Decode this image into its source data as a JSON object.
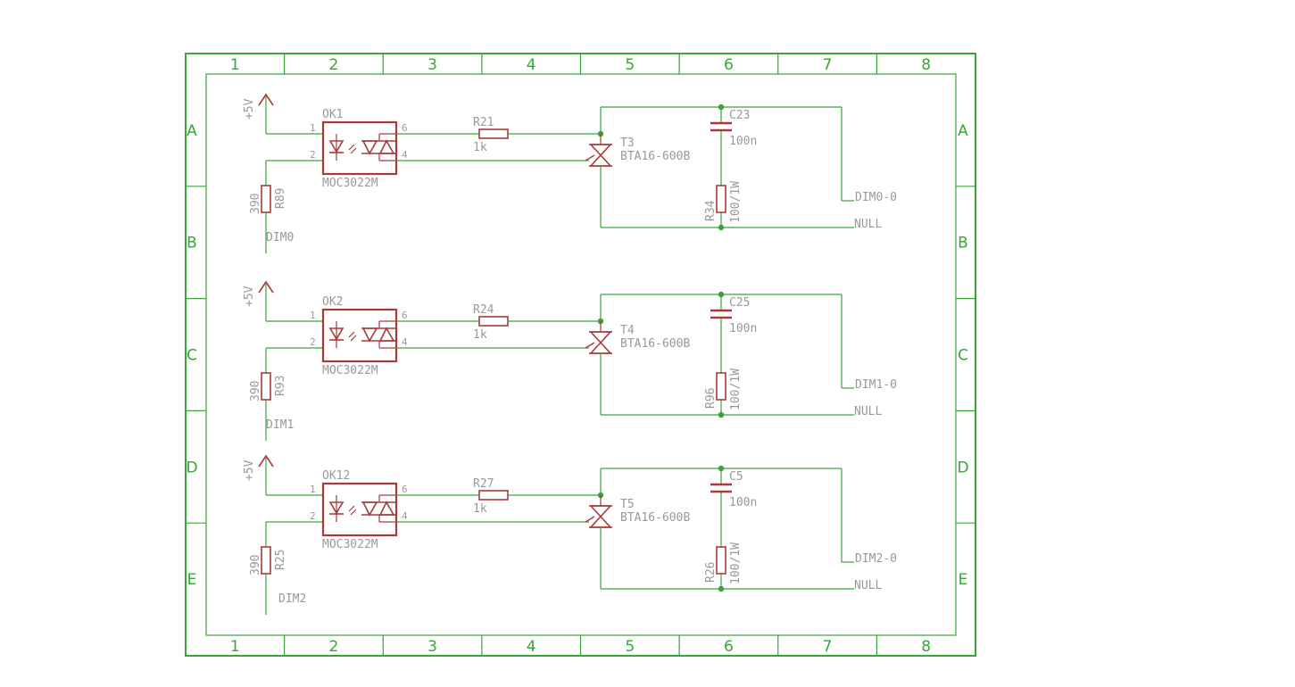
{
  "colors": {
    "frame": "#3aa33a",
    "symbol": "#a83a3a",
    "net": "#3aa33a",
    "text": "#999999",
    "junction": "#3aa33a"
  },
  "frame": {
    "columns": [
      "1",
      "2",
      "3",
      "4",
      "5",
      "6",
      "7",
      "8"
    ],
    "rows": [
      "A",
      "B",
      "C",
      "D",
      "E"
    ]
  },
  "stages": [
    {
      "supply": "+5V",
      "optocoupler": {
        "name": "OK1",
        "part": "MOC3022M",
        "pins": [
          "1",
          "2",
          "6",
          "4"
        ]
      },
      "led_resistor": {
        "name": "R89",
        "value": "390"
      },
      "input": "DIM0",
      "gate_resistor": {
        "name": "R21",
        "value": "1k"
      },
      "triac": {
        "name": "T3",
        "part": "BTA16-600B"
      },
      "snubber_cap": {
        "name": "C23",
        "value": "100n"
      },
      "snubber_res": {
        "name": "R34",
        "value": "100/1W"
      },
      "out": "DIM0-0",
      "neutral": "NULL"
    },
    {
      "supply": "+5V",
      "optocoupler": {
        "name": "OK2",
        "part": "MOC3022M",
        "pins": [
          "1",
          "2",
          "6",
          "4"
        ]
      },
      "led_resistor": {
        "name": "R93",
        "value": "390"
      },
      "input": "DIM1",
      "gate_resistor": {
        "name": "R24",
        "value": "1k"
      },
      "triac": {
        "name": "T4",
        "part": "BTA16-600B"
      },
      "snubber_cap": {
        "name": "C25",
        "value": "100n"
      },
      "snubber_res": {
        "name": "R96",
        "value": "100/1W"
      },
      "out": "DIM1-0",
      "neutral": "NULL"
    },
    {
      "supply": "+5V",
      "optocoupler": {
        "name": "OK12",
        "part": "MOC3022M",
        "pins": [
          "1",
          "2",
          "6",
          "4"
        ]
      },
      "led_resistor": {
        "name": "R25",
        "value": "390"
      },
      "input": "DIM2",
      "gate_resistor": {
        "name": "R27",
        "value": "1k"
      },
      "triac": {
        "name": "T5",
        "part": "BTA16-600B"
      },
      "snubber_cap": {
        "name": "C5",
        "value": "100n"
      },
      "snubber_res": {
        "name": "R26",
        "value": "100/1W"
      },
      "out": "DIM2-0",
      "neutral": "NULL"
    }
  ]
}
